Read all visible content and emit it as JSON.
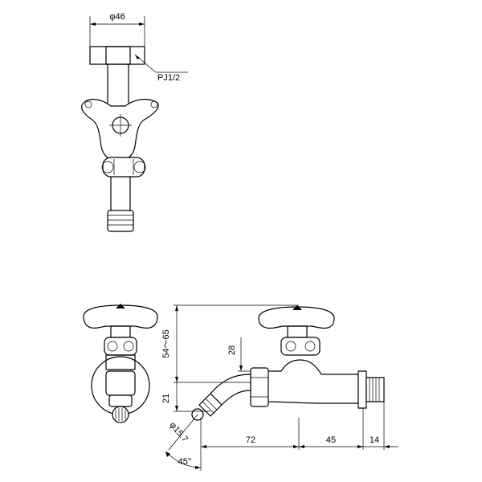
{
  "labels": {
    "dia46": "φ46",
    "thread": "PJ1/2",
    "height_range": "54～65",
    "dim28": "28",
    "dim21": "21",
    "dia157": "φ15.7",
    "angle45": "45°",
    "dim72": "72",
    "dim45": "45",
    "dim14": "14"
  }
}
